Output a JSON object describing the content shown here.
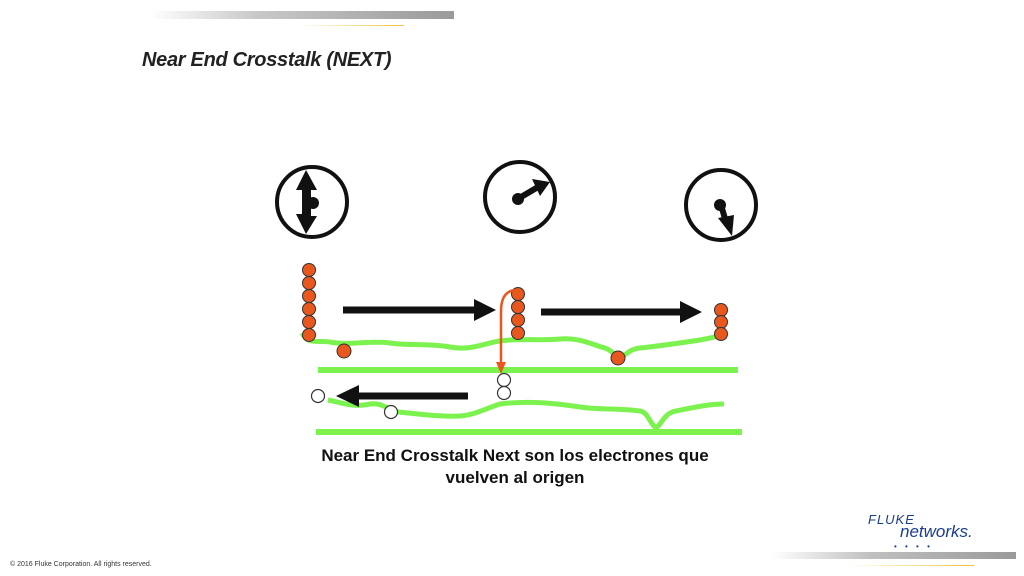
{
  "slide": {
    "title": "Near End Crosstalk (NEXT)",
    "caption_line1": "Near End Crosstalk Next son los electrones que",
    "caption_line2": "vuelven al origen",
    "copyright": "© 2016 Fluke Corporation. All rights reserved."
  },
  "logo": {
    "line1": "FLUKE",
    "line2": "networks.",
    "dots": "• • • •"
  },
  "colors": {
    "wire": "#7cf24f",
    "electron": "#e8571e",
    "arrow": "#111111",
    "down_arrow": "#e8571e",
    "accent_line": "#f1c232"
  },
  "icons": [
    "meter-dial-bidirectional-icon",
    "meter-dial-up-right-icon",
    "meter-dial-down-icon",
    "right-arrow-icon",
    "left-arrow-icon",
    "down-arrow-icon"
  ]
}
